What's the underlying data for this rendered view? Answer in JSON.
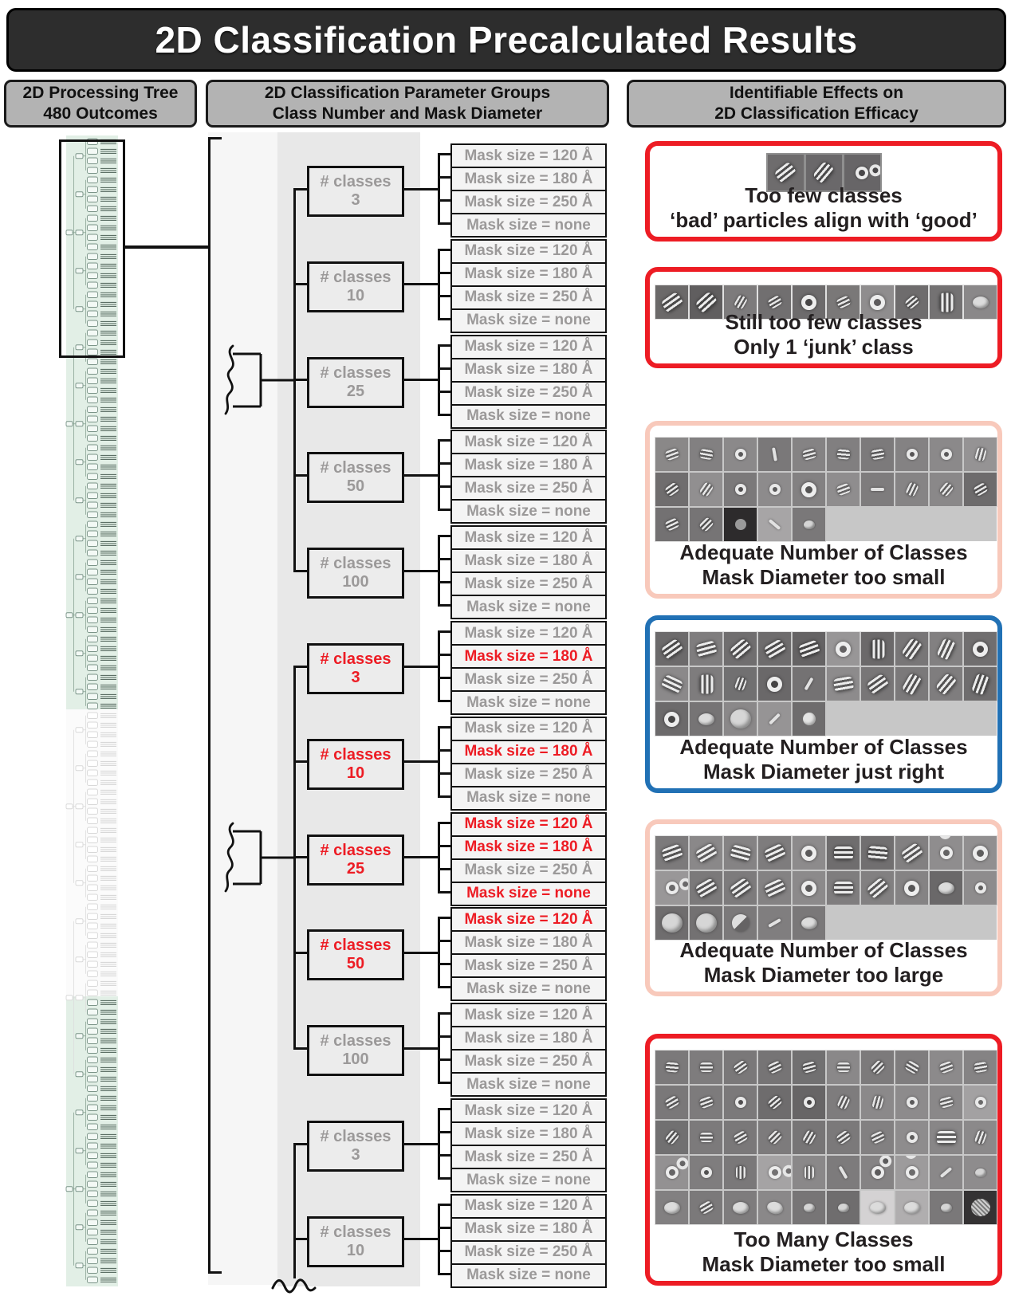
{
  "title": "2D Classification Precalculated Results",
  "headers": {
    "tree": [
      "2D Processing Tree",
      "480 Outcomes"
    ],
    "params": [
      "2D Classification Parameter Groups",
      "Class Number and Mask Diameter"
    ],
    "effects": [
      "Identifiable Effects on",
      "2D Classification Efficacy"
    ]
  },
  "colors": {
    "red": "#ed1c24",
    "pink": "#f8c9bb",
    "blue": "#2171b5",
    "gray_text": "#9b9999",
    "title_bg": "#2d2d2d",
    "header_bg": "#b3b3b3",
    "band": "#e8e8e8",
    "tile_backdrop": "#c7c7c7",
    "caption": "#231f20",
    "tree_green": "#e2efe6"
  },
  "classes_label": "# classes",
  "param_groups": [
    {
      "section": 0,
      "classes": "3",
      "red": false,
      "masks": [
        {
          "label": "Mask size = 120 Å",
          "red": false
        },
        {
          "label": "Mask size = 180 Å",
          "red": false
        },
        {
          "label": "Mask size = 250 Å",
          "red": false
        },
        {
          "label": "Mask size = none",
          "red": false
        }
      ]
    },
    {
      "section": 0,
      "classes": "10",
      "red": false,
      "masks": [
        {
          "label": "Mask size = 120 Å",
          "red": false
        },
        {
          "label": "Mask size = 180 Å",
          "red": false
        },
        {
          "label": "Mask size = 250 Å",
          "red": false
        },
        {
          "label": "Mask size = none",
          "red": false
        }
      ]
    },
    {
      "section": 0,
      "classes": "25",
      "red": false,
      "masks": [
        {
          "label": "Mask size = 120 Å",
          "red": false
        },
        {
          "label": "Mask size = 180 Å",
          "red": false
        },
        {
          "label": "Mask size = 250 Å",
          "red": false
        },
        {
          "label": "Mask size = none",
          "red": false
        }
      ]
    },
    {
      "section": 0,
      "classes": "50",
      "red": false,
      "masks": [
        {
          "label": "Mask size = 120 Å",
          "red": false
        },
        {
          "label": "Mask size = 180 Å",
          "red": false
        },
        {
          "label": "Mask size = 250 Å",
          "red": false
        },
        {
          "label": "Mask size = none",
          "red": false
        }
      ]
    },
    {
      "section": 0,
      "classes": "100",
      "red": false,
      "masks": [
        {
          "label": "Mask size = 120 Å",
          "red": false
        },
        {
          "label": "Mask size = 180 Å",
          "red": false
        },
        {
          "label": "Mask size = 250 Å",
          "red": false
        },
        {
          "label": "Mask size = none",
          "red": false
        }
      ]
    },
    {
      "section": 1,
      "classes": "3",
      "red": true,
      "masks": [
        {
          "label": "Mask size = 120 Å",
          "red": false
        },
        {
          "label": "Mask size = 180 Å",
          "red": true
        },
        {
          "label": "Mask size = 250 Å",
          "red": false
        },
        {
          "label": "Mask size = none",
          "red": false
        }
      ]
    },
    {
      "section": 1,
      "classes": "10",
      "red": true,
      "masks": [
        {
          "label": "Mask size = 120 Å",
          "red": false
        },
        {
          "label": "Mask size = 180 Å",
          "red": true
        },
        {
          "label": "Mask size = 250 Å",
          "red": false
        },
        {
          "label": "Mask size = none",
          "red": false
        }
      ]
    },
    {
      "section": 1,
      "classes": "25",
      "red": true,
      "masks": [
        {
          "label": "Mask size = 120 Å",
          "red": true
        },
        {
          "label": "Mask size = 180 Å",
          "red": true
        },
        {
          "label": "Mask size = 250 Å",
          "red": false
        },
        {
          "label": "Mask size = none",
          "red": true
        }
      ]
    },
    {
      "section": 1,
      "classes": "50",
      "red": true,
      "masks": [
        {
          "label": "Mask size = 120 Å",
          "red": true
        },
        {
          "label": "Mask size = 180 Å",
          "red": false
        },
        {
          "label": "Mask size = 250 Å",
          "red": false
        },
        {
          "label": "Mask size = none",
          "red": false
        }
      ]
    },
    {
      "section": 1,
      "classes": "100",
      "red": false,
      "masks": [
        {
          "label": "Mask size = 120 Å",
          "red": false
        },
        {
          "label": "Mask size = 180 Å",
          "red": false
        },
        {
          "label": "Mask size = 250 Å",
          "red": false
        },
        {
          "label": "Mask size = none",
          "red": false
        }
      ]
    },
    {
      "section": 2,
      "classes": "3",
      "red": false,
      "masks": [
        {
          "label": "Mask size = 120 Å",
          "red": false
        },
        {
          "label": "Mask size = 180 Å",
          "red": false
        },
        {
          "label": "Mask size = 250 Å",
          "red": false
        },
        {
          "label": "Mask size = none",
          "red": false
        }
      ]
    },
    {
      "section": 2,
      "classes": "10",
      "red": false,
      "masks": [
        {
          "label": "Mask size = 120 Å",
          "red": false
        },
        {
          "label": "Mask size = 180 Å",
          "red": false
        },
        {
          "label": "Mask size = 250 Å",
          "red": false
        },
        {
          "label": "Mask size = none",
          "red": false
        }
      ]
    }
  ],
  "effects_panels": [
    {
      "border": "red",
      "caption": [
        "Too few classes",
        "‘bad’ particles align with ‘good’"
      ],
      "tiles": [
        [
          "#6e6c6d",
          "bars",
          -38
        ],
        [
          "#6a686a",
          "bars",
          -50
        ],
        [
          "#676567",
          "rings2",
          15
        ]
      ]
    },
    {
      "border": "red",
      "caption": [
        "Still too few classes",
        "Only 1 ‘junk’ class"
      ],
      "tiles": [
        [
          "#6b6969",
          "bars",
          -35
        ],
        [
          "#605e5f",
          "bars",
          -42
        ],
        [
          "#7d7b7c",
          "bars-sm",
          -60
        ],
        [
          "#716f70",
          "bars-sm",
          -30
        ],
        [
          "#6d6b6c",
          "ring",
          0
        ],
        [
          "#7a7878",
          "bars-sm",
          -25
        ],
        [
          "#8f8d8e",
          "ring",
          0
        ],
        [
          "#6e6c6d",
          "bars-sm",
          -40
        ],
        [
          "#747273",
          "bars",
          90
        ],
        [
          "#8a8889",
          "blob",
          0
        ]
      ]
    },
    {
      "border": "pink",
      "caption": [
        "Adequate Number of Classes",
        "Mask Diameter too small"
      ],
      "tiles": [
        [
          "#8a8888",
          "bars-sm",
          -20
        ],
        [
          "#828081",
          "bars-sm",
          10
        ],
        [
          "#8b898a",
          "ring-sm",
          0
        ],
        [
          "#7a7879",
          "slash",
          80
        ],
        [
          "#858384",
          "bars-sm",
          -15
        ],
        [
          "#817f80",
          "bars-sm",
          5
        ],
        [
          "#7c7a7b",
          "bars-sm",
          -10
        ],
        [
          "#848283",
          "ring-sm",
          0
        ],
        [
          "#8b898a",
          "ring-sm",
          0
        ],
        [
          "#959394",
          "bars-sm",
          -75
        ],
        [
          "#6f6d6e",
          "bars-sm",
          -35
        ],
        [
          "#918f90",
          "bars-sm",
          -55
        ],
        [
          "#7b797a",
          "ring-sm",
          0
        ],
        [
          "#8d8b8c",
          "ring-sm",
          0
        ],
        [
          "#838182",
          "ring",
          0
        ],
        [
          "#8f8d8e",
          "bars-sm",
          -20
        ],
        [
          "#7e7c7d",
          "slash",
          0
        ],
        [
          "#868485",
          "bars-sm",
          -65
        ],
        [
          "#8a8889",
          "bars-sm",
          -50
        ],
        [
          "#6d6b6c",
          "bars-sm",
          -30
        ],
        [
          "#737172",
          "bars-sm",
          -25
        ],
        [
          "#767475",
          "bars-sm",
          -45
        ],
        [
          "#2d2b2c",
          "dot",
          0
        ],
        [
          "#a7a5a6",
          "slash",
          40
        ],
        [
          "#7a7879",
          "blob-sm",
          0
        ]
      ]
    },
    {
      "border": "blue",
      "caption": [
        "Adequate Number of Classes",
        "Mask Diameter just right"
      ],
      "tiles": [
        [
          "#6c6a6b",
          "bars",
          -35
        ],
        [
          "#7f7d7e",
          "bars",
          -15
        ],
        [
          "#706e6f",
          "bars",
          -40
        ],
        [
          "#6e6c6d",
          "bars",
          -30
        ],
        [
          "#656364",
          "bars",
          -20
        ],
        [
          "#989697",
          "ring",
          0
        ],
        [
          "#6b696a",
          "bars",
          90
        ],
        [
          "#787677",
          "bars",
          -55
        ],
        [
          "#828081",
          "bars",
          -65
        ],
        [
          "#706e6f",
          "ring",
          0
        ],
        [
          "#8b898a",
          "bars",
          25
        ],
        [
          "#7e7c7d",
          "bars",
          90
        ],
        [
          "#717071",
          "bars-sm",
          -70
        ],
        [
          "#6a6869",
          "ring",
          0
        ],
        [
          "#747273",
          "slash",
          -60
        ],
        [
          "#8d8b8c",
          "bars",
          -10
        ],
        [
          "#787677",
          "bars",
          -35
        ],
        [
          "#7b797a",
          "bars",
          -60
        ],
        [
          "#7f7d7e",
          "bars",
          -50
        ],
        [
          "#6f6d6e",
          "bars",
          -70
        ],
        [
          "#6c6a6b",
          "ring",
          0
        ],
        [
          "#767475",
          "blob",
          0
        ],
        [
          "#8a8889",
          "circle-lg",
          0
        ],
        [
          "#969495",
          "slash",
          -45
        ],
        [
          "#6e6c6d",
          "circle",
          0
        ]
      ]
    },
    {
      "border": "pink",
      "caption": [
        "Adequate Number of Classes",
        "Mask Diameter too large"
      ],
      "tiles": [
        [
          "#7c7a7b",
          "bars",
          -20
        ],
        [
          "#8a8889",
          "bars",
          -30
        ],
        [
          "#858384",
          "bars",
          15
        ],
        [
          "#7e7c7d",
          "bars",
          -25
        ],
        [
          "#8d8b8c",
          "ring",
          0
        ],
        [
          "#6f6d6e",
          "bars",
          0
        ],
        [
          "#716f70",
          "bars",
          5
        ],
        [
          "#828081",
          "bars",
          -35
        ],
        [
          "#8f8d8e",
          "rings2",
          0
        ],
        [
          "#918f90",
          "ring",
          0
        ],
        [
          "#999798",
          "rings2",
          10
        ],
        [
          "#7b797a",
          "bars",
          -30
        ],
        [
          "#7d7b7c",
          "bars",
          -35
        ],
        [
          "#848283",
          "bars",
          -25
        ],
        [
          "#8c8a8b",
          "ring",
          0
        ],
        [
          "#7f7d7e",
          "bars",
          0
        ],
        [
          "#828081",
          "bars",
          -40
        ],
        [
          "#858384",
          "ring",
          0
        ],
        [
          "#6a6869",
          "blob",
          0
        ],
        [
          "#8e8c8d",
          "ring-sm",
          0
        ],
        [
          "#6f6d6e",
          "circle-lg",
          0
        ],
        [
          "#737172",
          "circle-lg",
          0
        ],
        [
          "#7b797a",
          "half",
          0
        ],
        [
          "#807e7f",
          "slash",
          -30
        ],
        [
          "#7a7879",
          "blob",
          0
        ]
      ]
    },
    {
      "border": "red",
      "caption": [
        "Too Many Classes",
        "Mask Diameter too small"
      ],
      "tiles": [
        [
          "#7b797a",
          "bars-sm",
          5
        ],
        [
          "#7e7c7d",
          "bars-sm",
          0
        ],
        [
          "#7a7879",
          "bars-sm",
          -35
        ],
        [
          "#767475",
          "bars-sm",
          -25
        ],
        [
          "#717071",
          "bars-sm",
          -15
        ],
        [
          "#8a8889",
          "bars-sm",
          0
        ],
        [
          "#7c7a7b",
          "bars-sm",
          -45
        ],
        [
          "#7f7d7e",
          "bars-sm",
          30
        ],
        [
          "#8c8a8b",
          "bars-sm",
          -20
        ],
        [
          "#858384",
          "bars-sm",
          -10
        ],
        [
          "#7a7879",
          "bars-sm",
          -30
        ],
        [
          "#7d7b7c",
          "bars-sm",
          -20
        ],
        [
          "#7b797a",
          "ring-sm",
          0
        ],
        [
          "#6e6c6d",
          "bars-sm",
          -40
        ],
        [
          "#676566",
          "ring-sm",
          0
        ],
        [
          "#7e7c7d",
          "bars-sm",
          -65
        ],
        [
          "#8b898a",
          "bars-sm",
          -75
        ],
        [
          "#8d8b8c",
          "ring-sm",
          0
        ],
        [
          "#8a8889",
          "bars-sm",
          -15
        ],
        [
          "#a3a1a2",
          "ring-sm",
          0
        ],
        [
          "#717071",
          "bars-sm",
          -50
        ],
        [
          "#7c7a7b",
          "bars-sm",
          0
        ],
        [
          "#7a7879",
          "bars-sm",
          -30
        ],
        [
          "#7d7b7c",
          "bars-sm",
          -45
        ],
        [
          "#777576",
          "bars-sm",
          -60
        ],
        [
          "#7b797a",
          "bars-sm",
          -35
        ],
        [
          "#828081",
          "bars-sm",
          -25
        ],
        [
          "#8e8c8d",
          "ring-sm",
          0
        ],
        [
          "#888687",
          "bars",
          0
        ],
        [
          "#8b898a",
          "bars-sm",
          -70
        ],
        [
          "#939192",
          "rings2",
          -15
        ],
        [
          "#7f7d7e",
          "ring-sm",
          0
        ],
        [
          "#7a7879",
          "bars-sm",
          90
        ],
        [
          "#a5a3a4",
          "rings2",
          20
        ],
        [
          "#8a8889",
          "bars-sm",
          90
        ],
        [
          "#7d7b7c",
          "slash",
          60
        ],
        [
          "#858384",
          "rings2",
          -30
        ],
        [
          "#9d9b9c",
          "rings2",
          0
        ],
        [
          "#8a8889",
          "slash",
          -40
        ],
        [
          "#8e8c8d",
          "blob-sm",
          0
        ],
        [
          "#828081",
          "blob",
          0
        ],
        [
          "#7b797a",
          "bars-sm",
          -30
        ],
        [
          "#7e7c7d",
          "blob",
          0
        ],
        [
          "#8a8889",
          "blob",
          15
        ],
        [
          "#777576",
          "blob-sm",
          0
        ],
        [
          "#6f6d6e",
          "blob-sm",
          0
        ],
        [
          "#d4d2d3",
          "blob",
          0
        ],
        [
          "#b0aeaf",
          "blob",
          0
        ],
        [
          "#7a7879",
          "blob-sm",
          0
        ],
        [
          "#343233",
          "speck",
          0
        ]
      ]
    }
  ],
  "tree": {
    "leaf_count": 120,
    "group_size": 4,
    "supergroup_size": 20,
    "sections": [
      {
        "start": 0,
        "end": 60,
        "tint": "green"
      },
      {
        "start": 60,
        "end": 90,
        "tint": "faint"
      },
      {
        "start": 90,
        "end": 120,
        "tint": "green"
      }
    ]
  }
}
